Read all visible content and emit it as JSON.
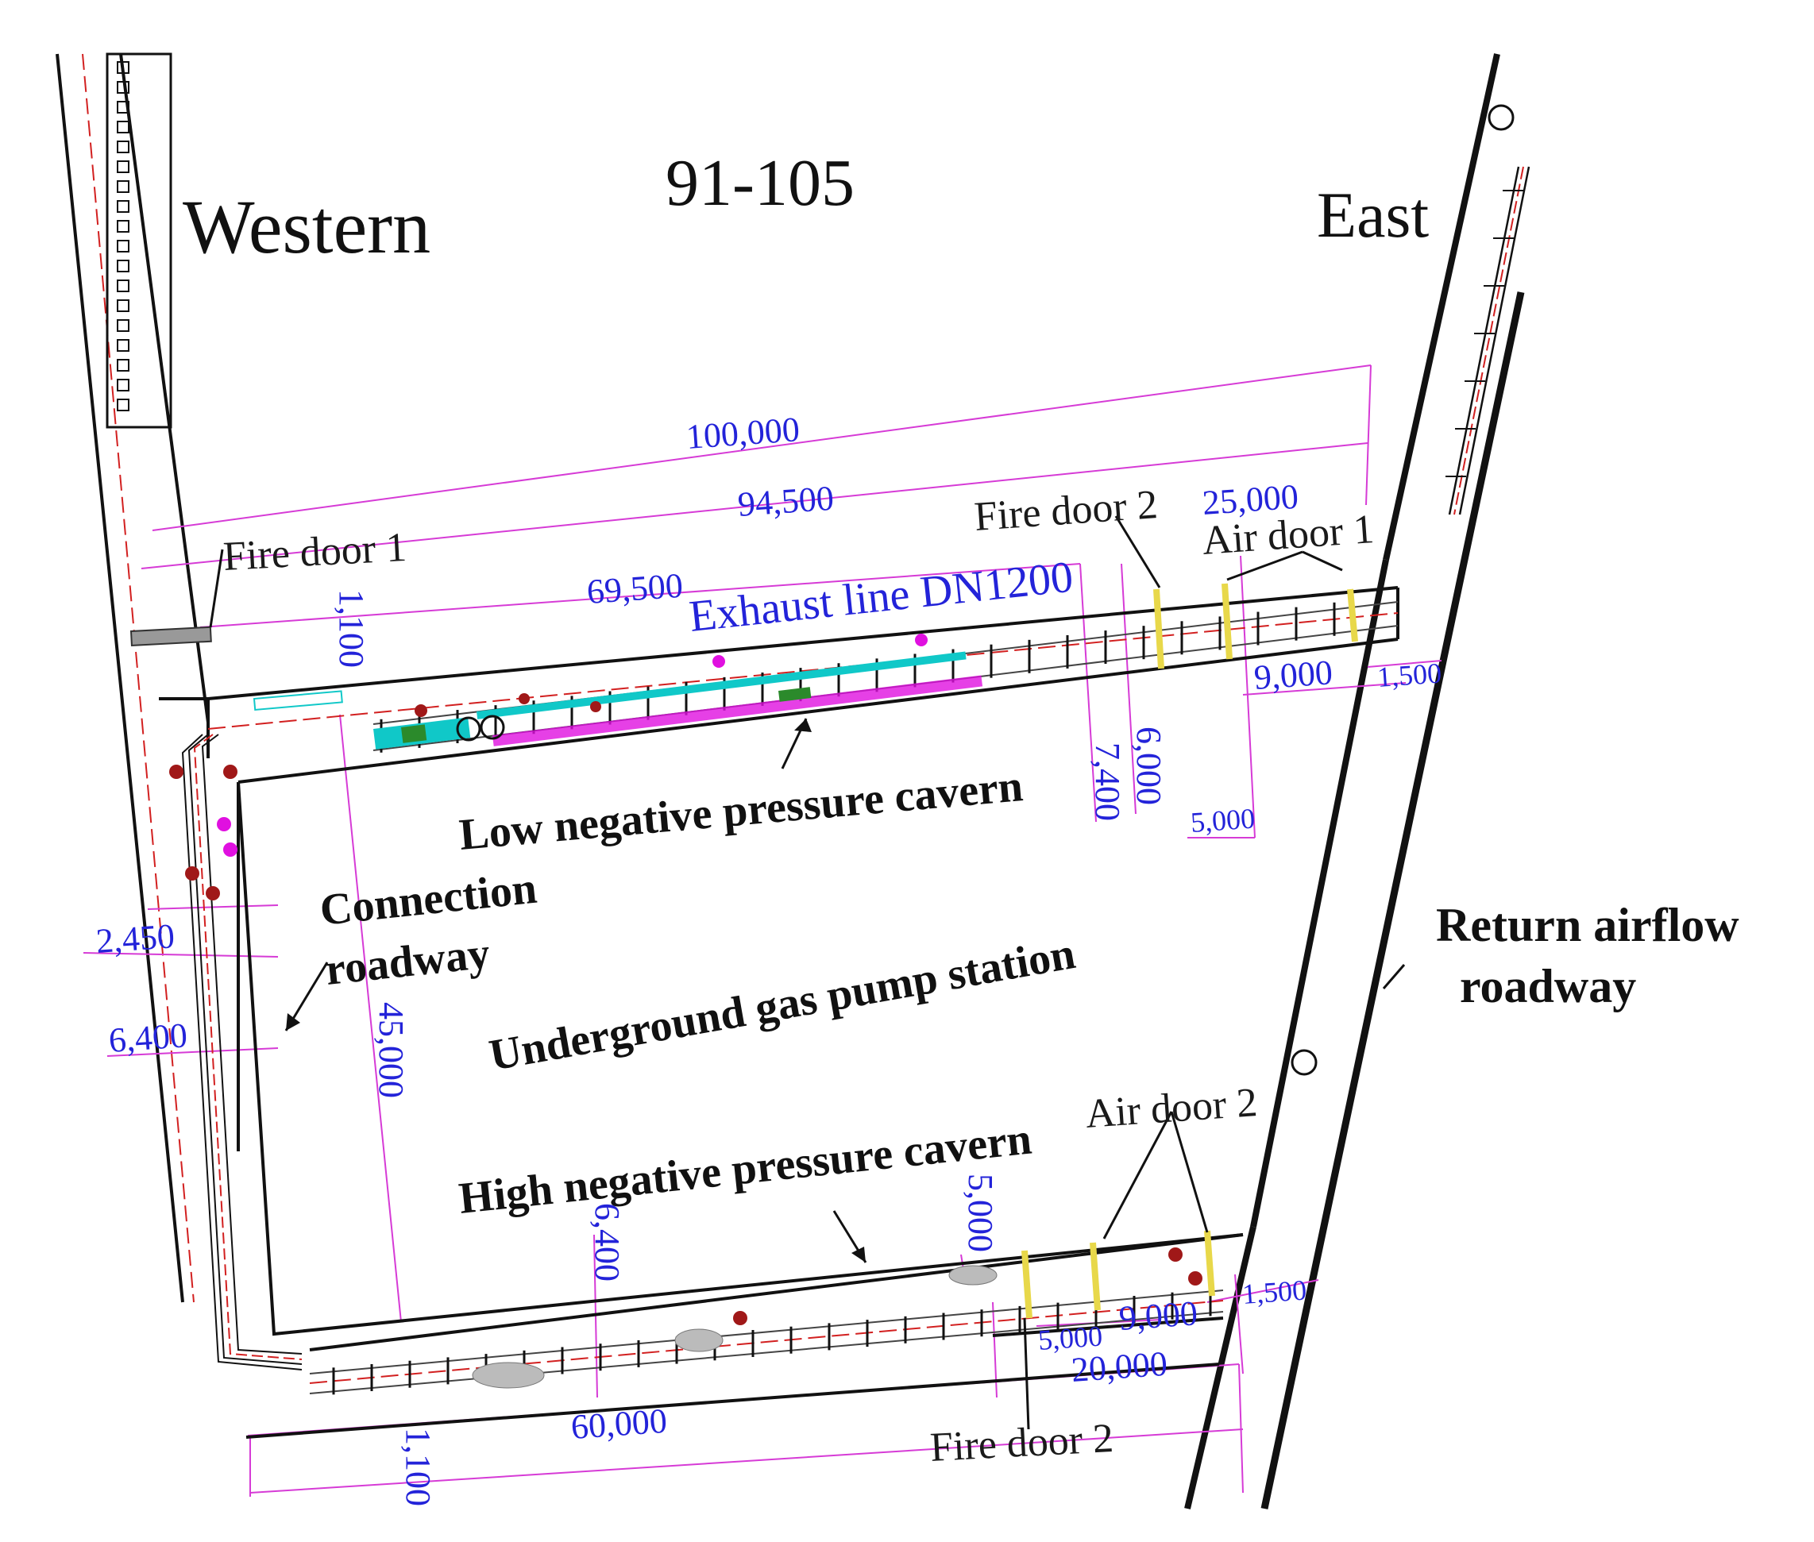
{
  "labels": {
    "western": "Western",
    "code": "91-105",
    "east": "East",
    "fire_door_1": "Fire door 1",
    "fire_door_2_top": "Fire door 2",
    "air_door_1": "Air door 1",
    "exhaust_line": "Exhaust line DN1200",
    "low_cavern": "Low negative pressure cavern",
    "connection": "Connection",
    "roadway": "roadway",
    "pump_station": "Underground gas pump station",
    "high_cavern": "High negative pressure cavern",
    "air_door_2": "Air door 2",
    "fire_door_2_bottom": "Fire door 2",
    "return_airflow": "Return airflow",
    "return_roadway": "roadway"
  },
  "dimensions": {
    "d100000": "100,000",
    "d94500": "94,500",
    "d25000": "25,000",
    "d69500": "69,500",
    "d1100_top": "1,100",
    "d9000_top": "9,000",
    "d1500_top": "1,500",
    "d6000": "6,000",
    "d7400": "7,400",
    "d5000_top": "5,000",
    "d2450": "2,450",
    "d6400_left": "6,400",
    "d45000": "45,000",
    "d6400_mid": "6,400",
    "d5000_mid": "5,000",
    "d1500_bottom": "1,500",
    "d9000_bottom": "9,000",
    "d5000_bottom": "5,000",
    "d20000": "20,000",
    "d60000": "60,000",
    "d1100_bottom": "1,100"
  },
  "colors": {
    "roadway_line": "#111111",
    "center_line": "#d22020",
    "dimension": "#d63bd6",
    "dimension_text": "#2323d9",
    "door": "#e8d84a",
    "equipment_magenta": "#e010e0",
    "equipment_cyan": "#10c8c8",
    "equipment_red": "#a01818"
  }
}
